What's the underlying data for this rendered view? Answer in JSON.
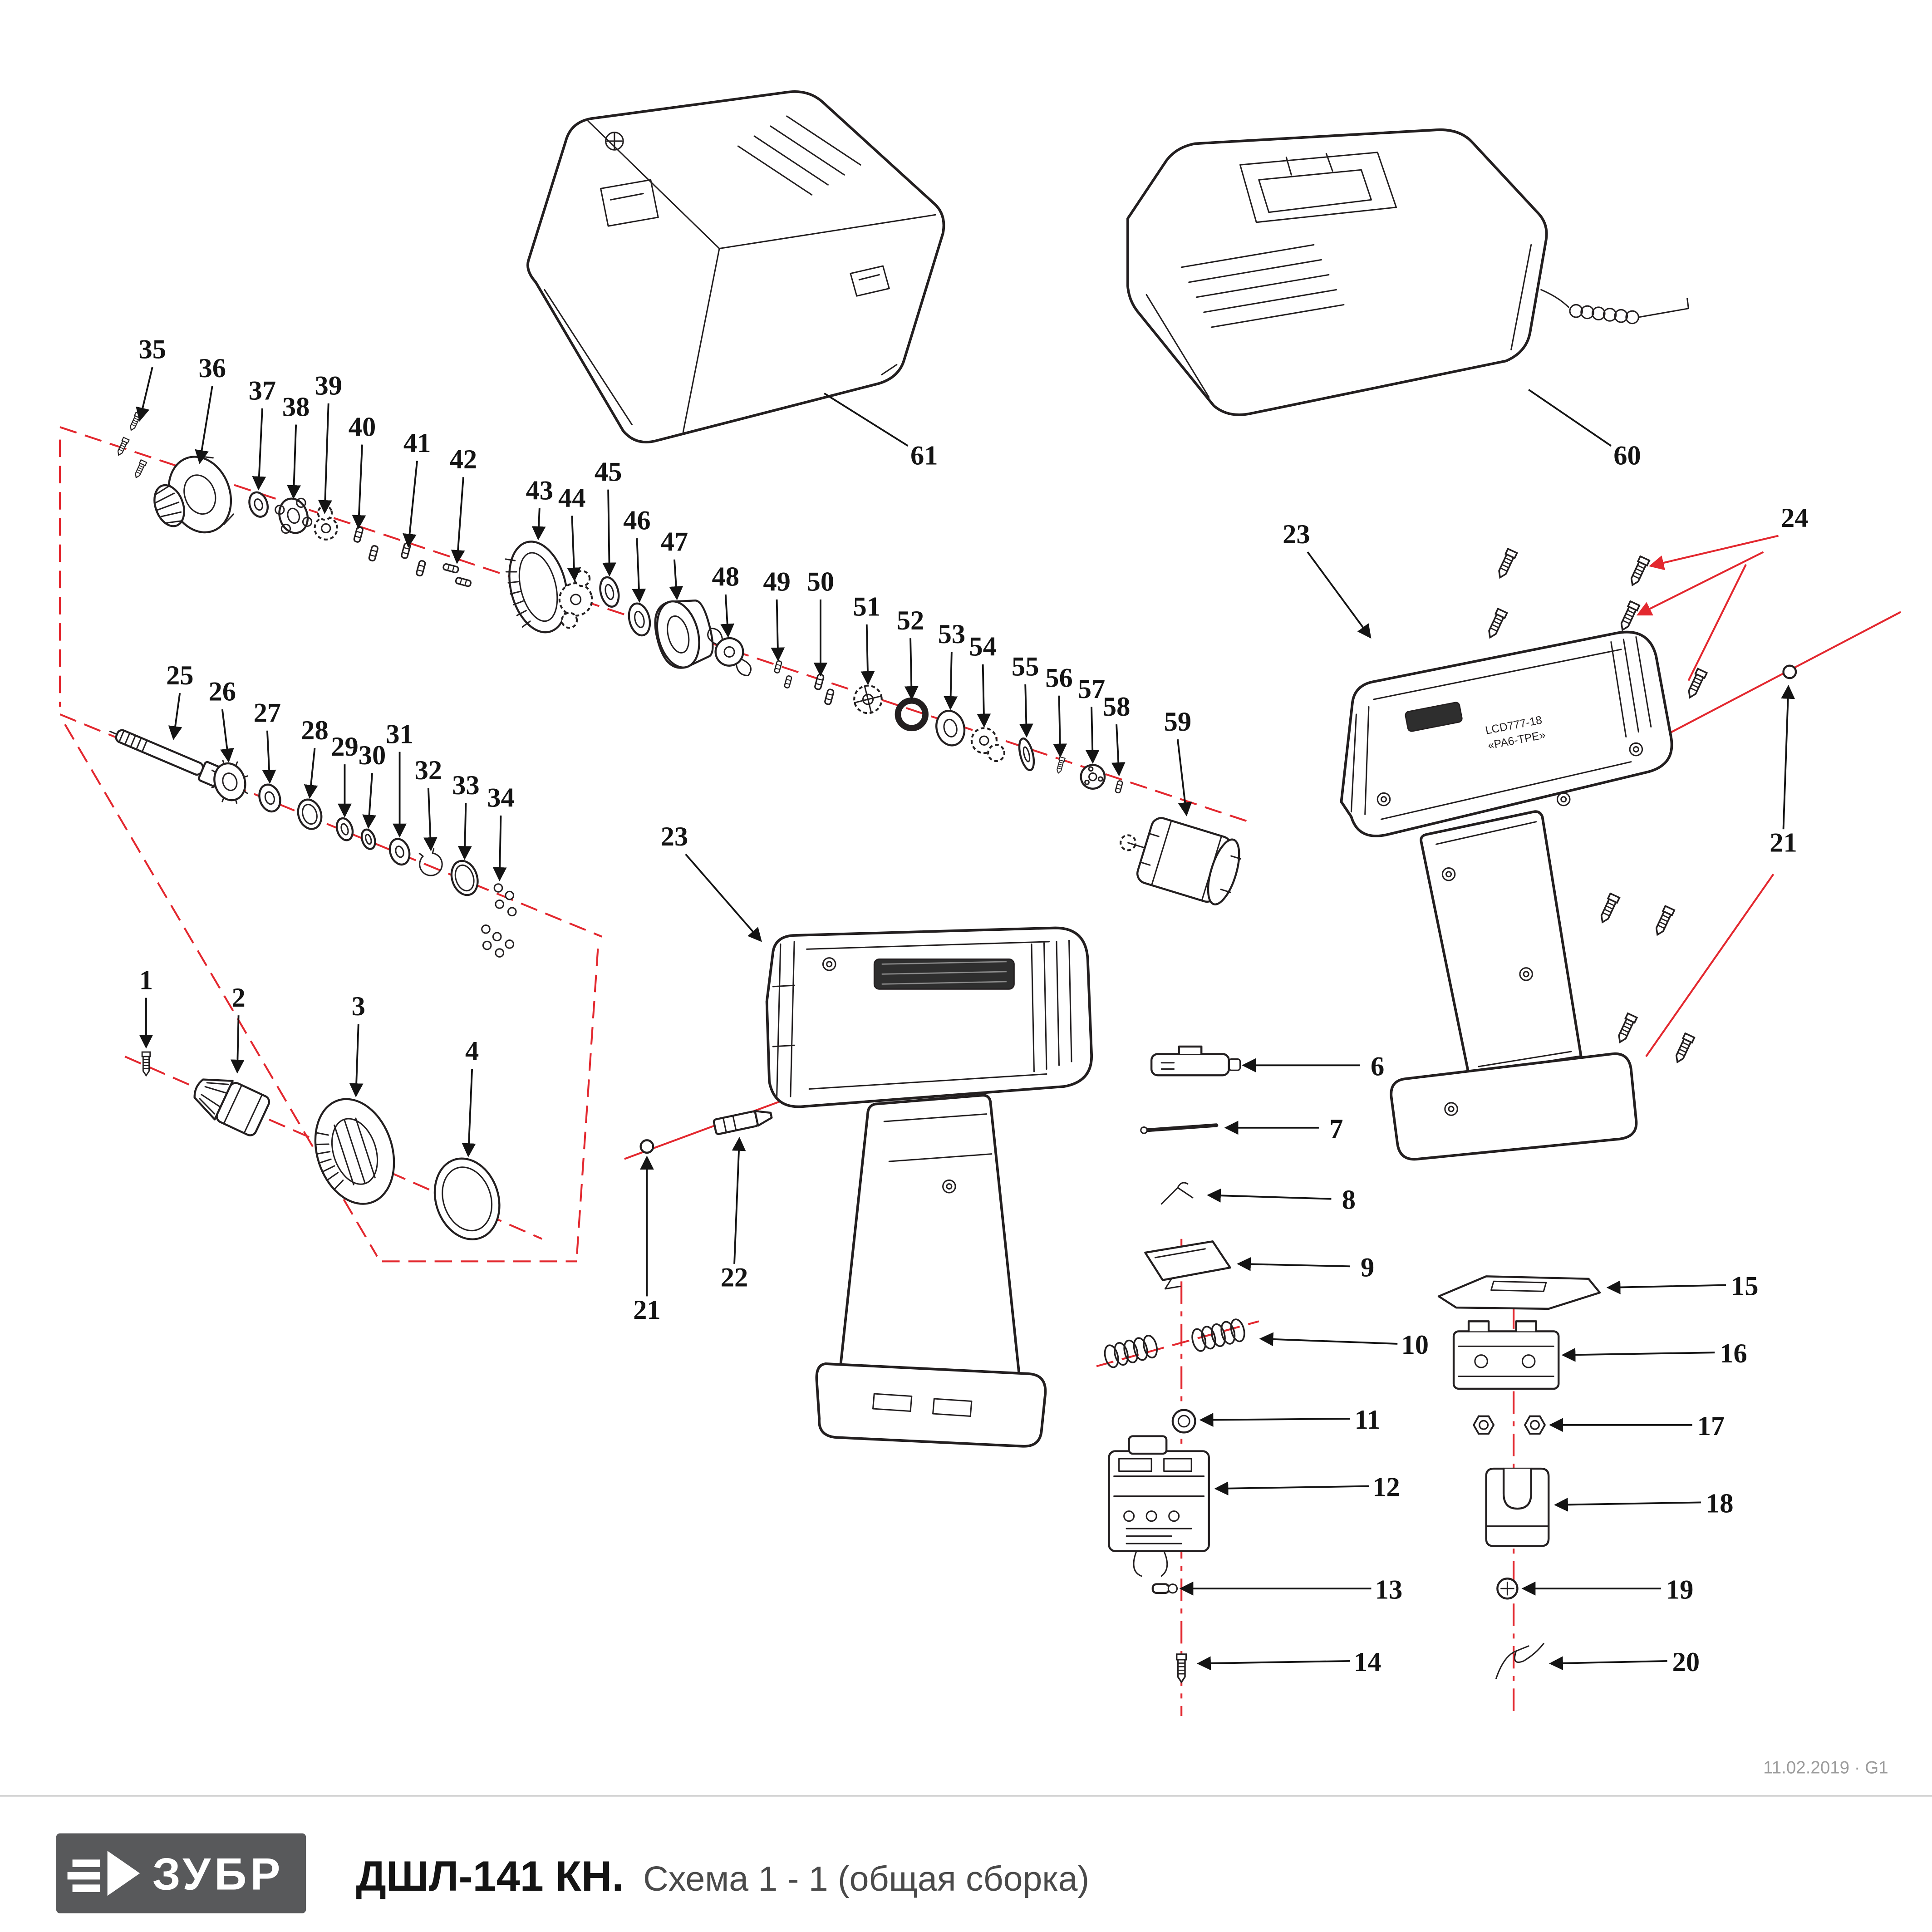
{
  "page": {
    "doc_ref": "11.02.2019 · G1"
  },
  "footer": {
    "brand": "ЗУБР",
    "model": "ДШЛ-141 КН.",
    "schema": "Схема 1 - 1 (общая сборка)"
  },
  "housing": {
    "marking_line1": "LCD777-18",
    "marking_line2": "«PA6-TPE»"
  },
  "colors": {
    "line": "#231f20",
    "accent_red": "#e3282f",
    "logo_bg": "#58595b",
    "rule": "#cfcfcf"
  },
  "callouts": {
    "n1": "1",
    "n2": "2",
    "n3": "3",
    "n4": "4",
    "n6": "6",
    "n7": "7",
    "n8": "8",
    "n9": "9",
    "n10": "10",
    "n11": "11",
    "n12": "12",
    "n13": "13",
    "n14": "14",
    "n15": "15",
    "n16": "16",
    "n17": "17",
    "n18": "18",
    "n19": "19",
    "n20": "20",
    "n21a": "21",
    "n21b": "21",
    "n22": "22",
    "n23a": "23",
    "n23b": "23",
    "n24": "24",
    "n25": "25",
    "n26": "26",
    "n27": "27",
    "n28": "28",
    "n29": "29",
    "n30": "30",
    "n31": "31",
    "n32": "32",
    "n33": "33",
    "n34": "34",
    "n35": "35",
    "n36": "36",
    "n37": "37",
    "n38": "38",
    "n39": "39",
    "n40": "40",
    "n41": "41",
    "n42": "42",
    "n43": "43",
    "n44": "44",
    "n45": "45",
    "n46": "46",
    "n47": "47",
    "n48": "48",
    "n49": "49",
    "n50": "50",
    "n51": "51",
    "n52": "52",
    "n53": "53",
    "n54": "54",
    "n55": "55",
    "n56": "56",
    "n57": "57",
    "n58": "58",
    "n59": "59",
    "n60": "60",
    "n61": "61"
  }
}
